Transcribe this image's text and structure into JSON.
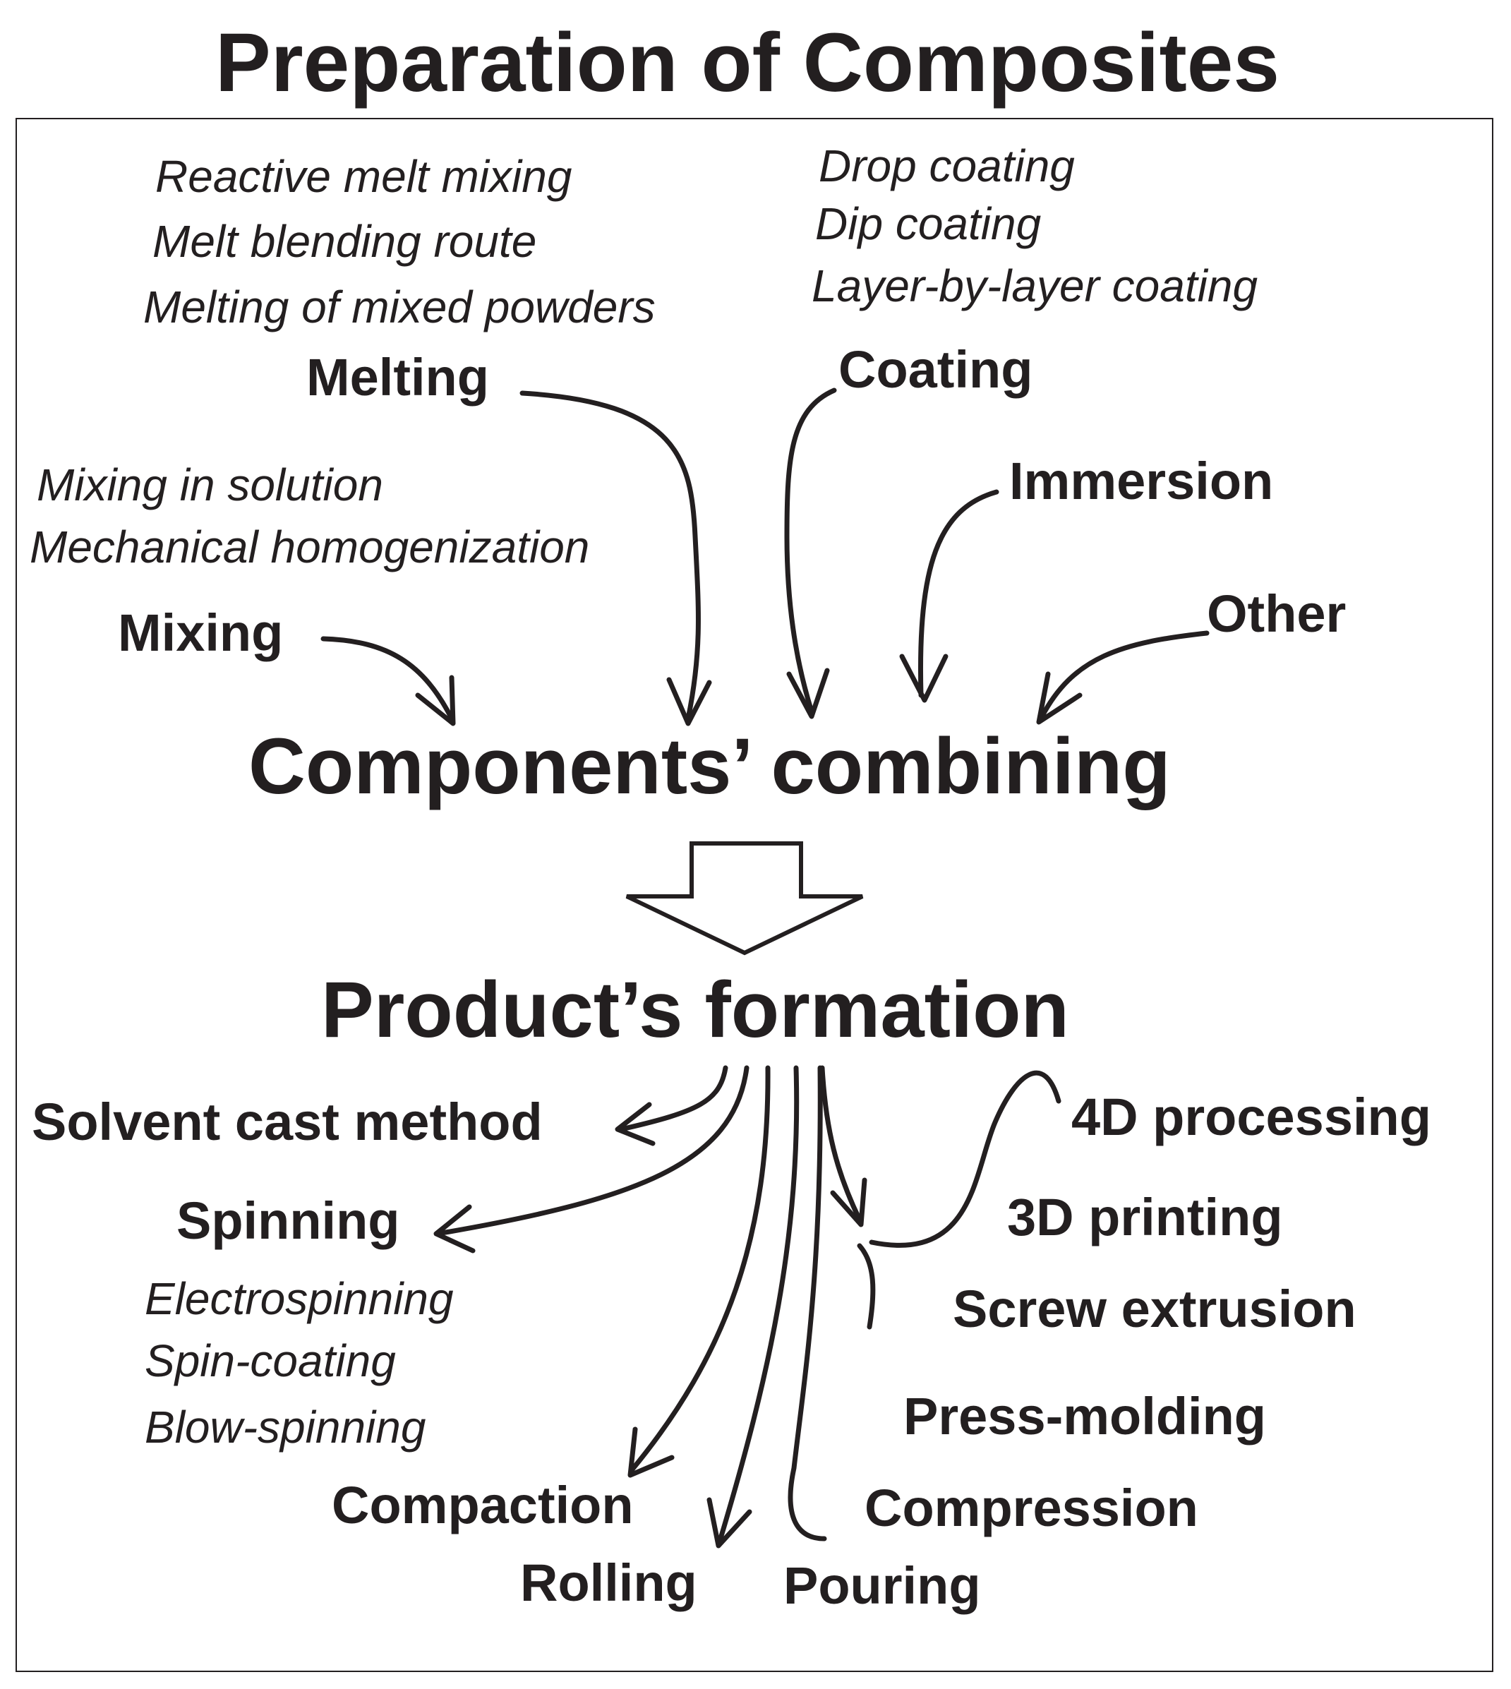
{
  "title": "Preparation of Composites",
  "colors": {
    "ink": "#231f20",
    "background": "#ffffff"
  },
  "combining": {
    "heading": "Components’ combining",
    "methods": [
      {
        "label": "Melting",
        "examples": [
          "Reactive melt mixing",
          "Melt blending route",
          "Melting of mixed powders"
        ]
      },
      {
        "label": "Coating",
        "examples": [
          "Drop coating",
          "Dip coating",
          "Layer-by-layer coating"
        ]
      },
      {
        "label": "Immersion",
        "examples": []
      },
      {
        "label": "Mixing",
        "examples": [
          "Mixing in solution",
          "Mechanical homogenization"
        ]
      },
      {
        "label": "Other",
        "examples": []
      }
    ]
  },
  "formation": {
    "heading": "Product’s formation",
    "methods": [
      {
        "label": "Solvent cast method",
        "examples": []
      },
      {
        "label": "Spinning",
        "examples": [
          "Electrospinning",
          "Spin-coating",
          "Blow-spinning"
        ]
      },
      {
        "label": "Compaction",
        "examples": []
      },
      {
        "label": "Rolling",
        "examples": []
      },
      {
        "label": "Pouring",
        "examples": []
      },
      {
        "label": "4D processing",
        "examples": []
      },
      {
        "label": "3D printing",
        "examples": []
      },
      {
        "label": "Screw extrusion",
        "examples": []
      },
      {
        "label": "Press-molding",
        "examples": []
      },
      {
        "label": "Compression",
        "examples": []
      }
    ]
  }
}
